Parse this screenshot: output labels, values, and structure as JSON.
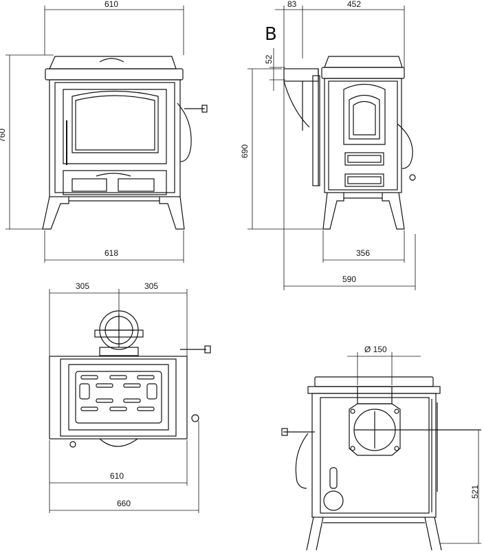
{
  "labels": {
    "front_top_width": "610",
    "front_height": "760",
    "front_bottom_width": "618",
    "side_offset": "83",
    "side_depth": "452",
    "side_label": "B",
    "side_small": "52",
    "side_height": "690",
    "side_leg_depth": "356",
    "side_total_depth": "590",
    "top_left_half": "305",
    "top_right_half": "305",
    "top_width": "610",
    "top_total_width": "660",
    "rear_flue_diameter": "Ø 150",
    "rear_flue_height": "521"
  }
}
